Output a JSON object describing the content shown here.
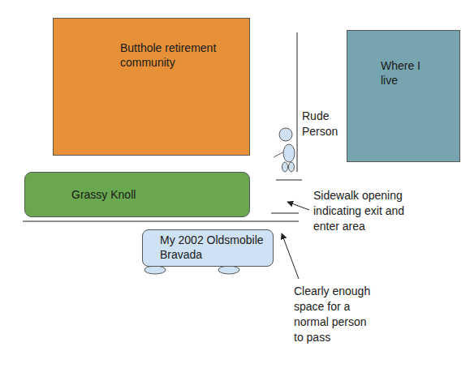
{
  "diagram": {
    "nodes": [
      {
        "text": [
          "Butthole retirement community"
        ]
      },
      {
        "text": [
          "Where I live"
        ]
      },
      {
        "text": [
          "Grassy Knoll"
        ]
      },
      {
        "text": [
          "My 2002 Oldsmobile Bravada"
        ]
      }
    ],
    "labels": [
      "Rude Person",
      "Sidewalk opening indicating exit and enter area",
      "Clearly enough space for a normal person to pass"
    ]
  }
}
